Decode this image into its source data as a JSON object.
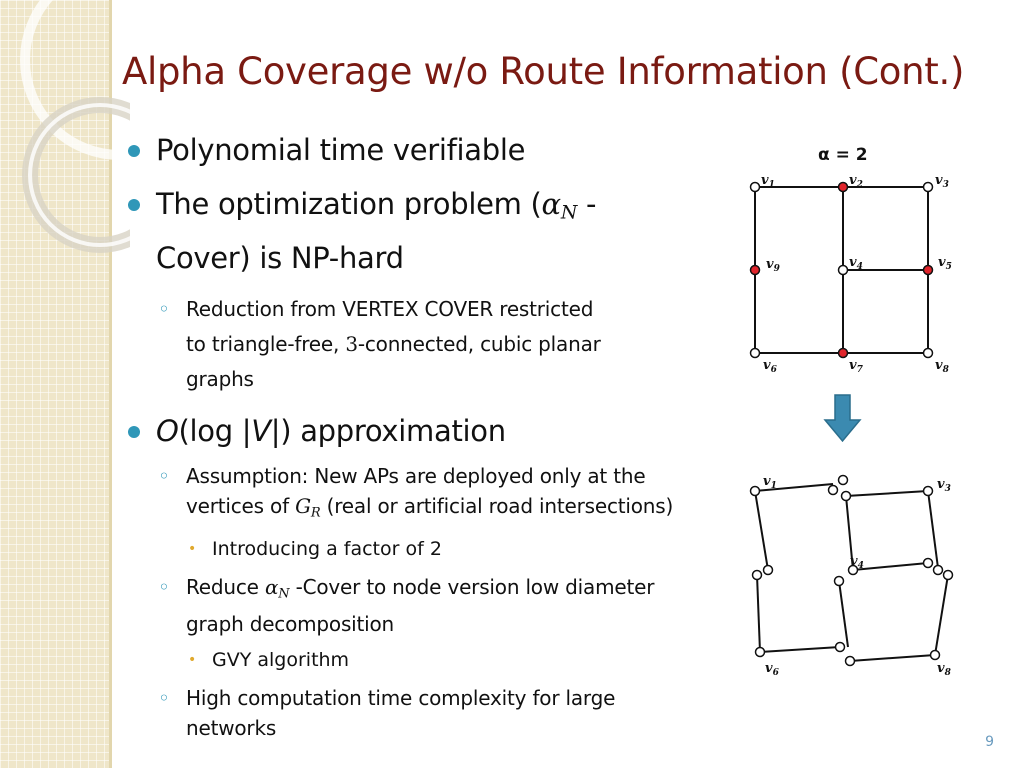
{
  "slide": {
    "title": "Alpha Coverage w/o Route Information (Cont.)",
    "page_number": "9"
  },
  "bullets": {
    "b1": "Polynomial time verifiable",
    "b2_pre": "The optimization problem (",
    "b2_alpha": "α",
    "b2_sub": "N",
    "b2_post": " -",
    "b2_line2": "Cover) is NP-hard",
    "b2_s1_line1": "Reduction from VERTEX COVER restricted",
    "b2_s1_line2_pre": "to triangle-free, ",
    "b2_s1_num": "3",
    "b2_s1_line2_post": "-connected, cubic planar",
    "b2_s1_line3": "graphs",
    "b3_O": "O",
    "b3_mid1": "(log |",
    "b3_V": "V",
    "b3_mid2": "|) approximation",
    "b3_s1_line1": "Assumption:  New APs are deployed only at the",
    "b3_s1_line2_pre": "vertices of ",
    "b3_s1_G": "G",
    "b3_s1_R": "R",
    "b3_s1_line2_post": " (real or artificial road intersections)",
    "b3_s1_t1": "Introducing a factor of 2",
    "b3_s2_pre": "Reduce ",
    "b3_s2_alpha": "α",
    "b3_s2_sub": "N",
    "b3_s2_post": " -Cover to node version low diameter",
    "b3_s2_line2": "graph decomposition",
    "b3_s2_t1": "GVY algorithm",
    "b3_s3_line1": "High computation time complexity for large",
    "b3_s3_line2": "networks"
  },
  "diagram": {
    "alpha_label": "α = 2",
    "top_graph": {
      "labels": {
        "v1": "v",
        "v1_sub": "1",
        "v2": "v",
        "v2_sub": "2",
        "v3": "v",
        "v3_sub": "3",
        "v4": "v",
        "v4_sub": "4",
        "v5": "v",
        "v5_sub": "5",
        "v6": "v",
        "v6_sub": "6",
        "v7": "v",
        "v7_sub": "7",
        "v8": "v",
        "v8_sub": "8",
        "v9": "v",
        "v9_sub": "9"
      },
      "selected_vertices": [
        "v2",
        "v9",
        "v4",
        "v5",
        "v7"
      ]
    },
    "bottom_graph": {
      "labels": {
        "v1": "v",
        "v1_sub": "1",
        "v3": "v",
        "v3_sub": "3",
        "v4": "v",
        "v4_sub": "4",
        "v6": "v",
        "v6_sub": "6",
        "v8": "v",
        "v8_sub": "8"
      }
    },
    "colors": {
      "selected_vertex": "#e0242b",
      "arrow": "#3b8ab0"
    }
  }
}
